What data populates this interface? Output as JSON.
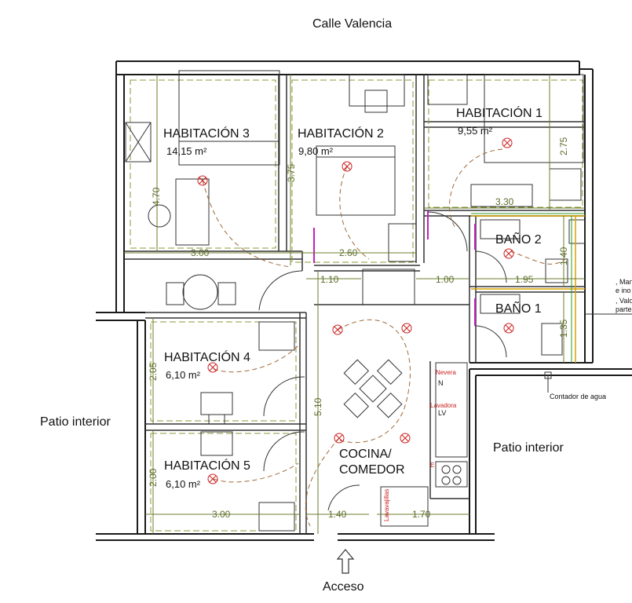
{
  "streets": {
    "top": "Calle Valencia",
    "left_patio": "Patio interior",
    "right_patio": "Patio interior",
    "access": "Acceso",
    "water_meter": "Contador de agua"
  },
  "rooms": {
    "hab1": {
      "name": "HABITACIÓN 1",
      "area": "9,55 m²"
    },
    "hab2": {
      "name": "HABITACIÓN 2",
      "area": "9,80 m²"
    },
    "hab3": {
      "name": "HABITACIÓN 3",
      "area": "14,15 m²"
    },
    "hab4": {
      "name": "HABITACIÓN 4",
      "area": "6,10 m²"
    },
    "hab5": {
      "name": "HABITACIÓN 5",
      "area": "6,10 m²"
    },
    "bano1": {
      "name": "BAÑO 1"
    },
    "bano2": {
      "name": "BAÑO 2"
    },
    "cocina_l1": "COCINA/",
    "cocina_l2": "COMEDOR"
  },
  "appliances": {
    "nevera": "Nevera",
    "nevera_code": "N",
    "lavadora": "Lavadora",
    "lavadora_code": "LV",
    "lavavajillas": "Lavavajillas",
    "extractor": "E"
  },
  "notes": {
    "n1a": ", Man",
    "n1b": "e ino",
    "n2a": ", Valo",
    "n2b": "parte"
  },
  "dimensions": {
    "d_300_top": "3.00",
    "d_260": "2.60",
    "d_330": "3.30",
    "d_110": "1.10",
    "d_100": "1.00",
    "d_195": "1.95",
    "d_470": "4.70",
    "d_375": "3.75",
    "d_275": "2.75",
    "d_140_v": "1.40",
    "d_135": "1.35",
    "d_205": "2.05",
    "d_510": "5.10",
    "d_200": "2.00",
    "d_300_bottom": "3.00",
    "d_140_h": "1.40",
    "d_170": "1.70"
  },
  "colors": {
    "wall": "#1a1a1a",
    "dimension": "#6b7c2c",
    "electrical": "#cc1f1f",
    "door": "#c020c0",
    "plumbing": "#d8a000",
    "furniture": "#333333"
  }
}
